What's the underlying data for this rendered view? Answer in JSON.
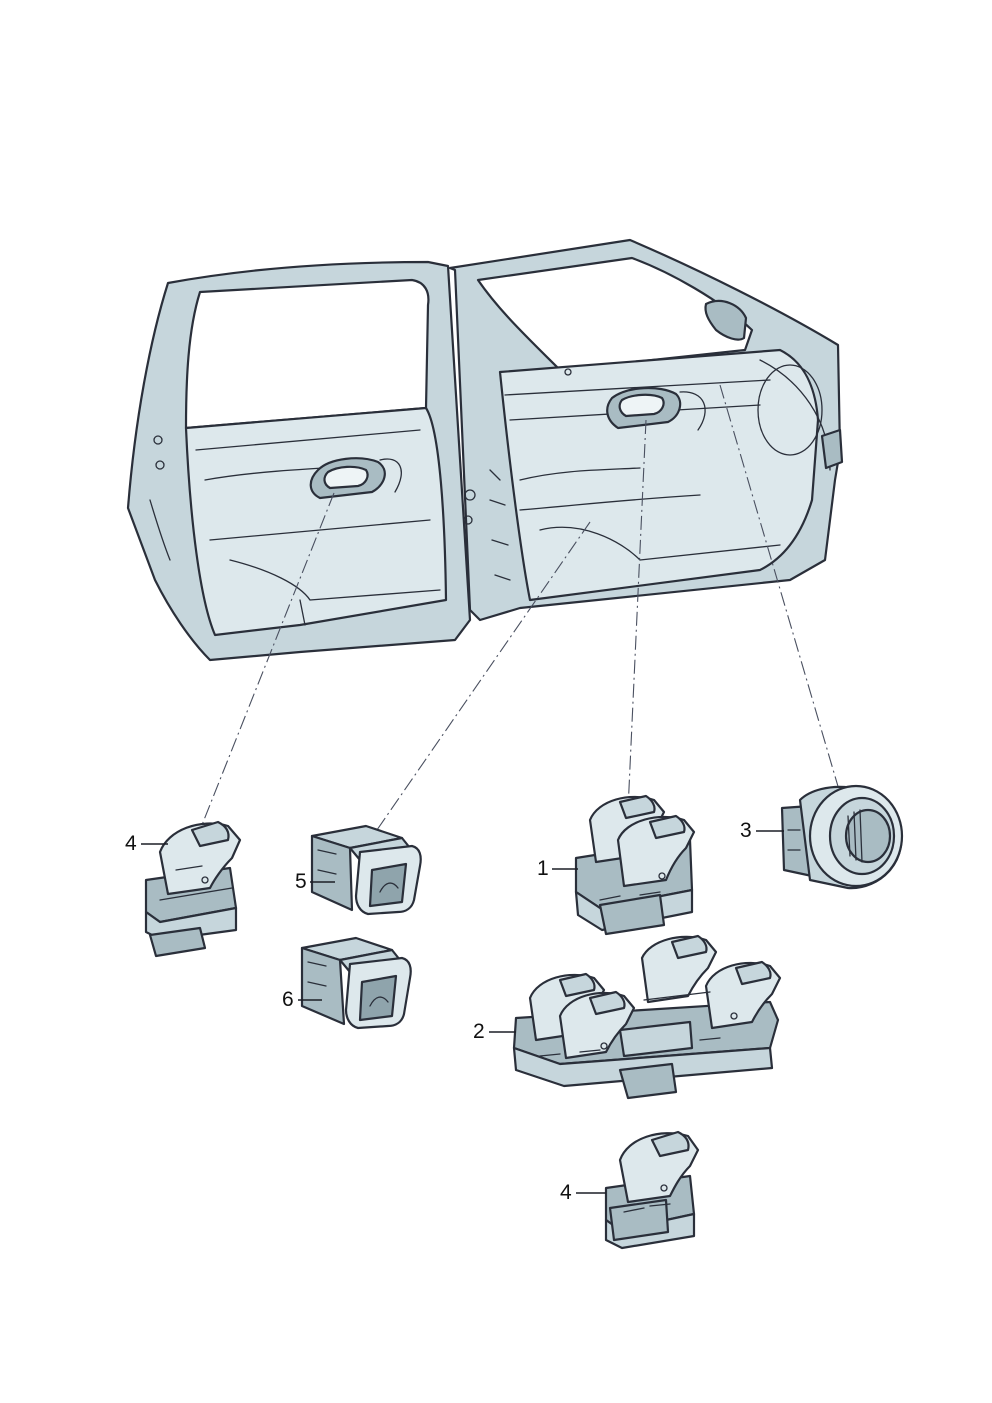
{
  "colors": {
    "part_fill": "#c6d6dc",
    "part_shade": "#a9bcc3",
    "part_light": "#dde8ec",
    "outline": "#2a2f3a"
  },
  "callouts": [
    {
      "id": "c4a",
      "label": "4"
    },
    {
      "id": "c5",
      "label": "5"
    },
    {
      "id": "c6",
      "label": "6"
    },
    {
      "id": "c1",
      "label": "1"
    },
    {
      "id": "c2",
      "label": "2"
    },
    {
      "id": "c3",
      "label": "3"
    },
    {
      "id": "c4b",
      "label": "4"
    }
  ]
}
